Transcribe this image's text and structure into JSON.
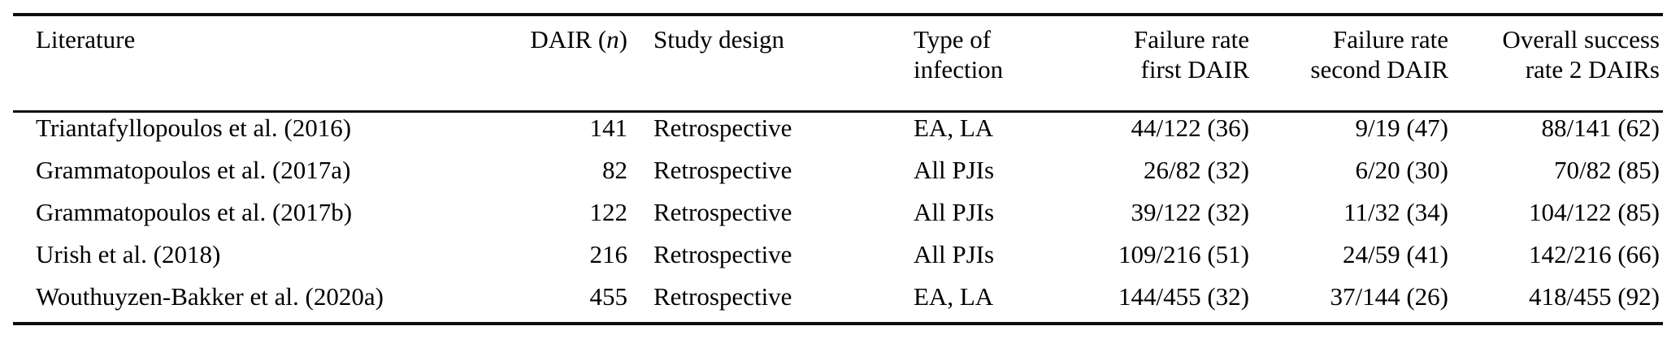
{
  "table": {
    "caption": "",
    "columns": [
      {
        "id": "literature",
        "header_line1": "Literature",
        "header_line2": "",
        "align": "left"
      },
      {
        "id": "dair_n",
        "header_line1": "DAIR (",
        "header_line2": "",
        "align": "right",
        "header_italic": "n",
        "header_suffix": ")"
      },
      {
        "id": "study_design",
        "header_line1": "Study design",
        "header_line2": "",
        "align": "left"
      },
      {
        "id": "type_of_infection",
        "header_line1": "Type of",
        "header_line2": "infection",
        "align": "left"
      },
      {
        "id": "failure_first",
        "header_line1": "Failure rate",
        "header_line2": "first DAIR",
        "align": "right"
      },
      {
        "id": "failure_second",
        "header_line1": "Failure rate",
        "header_line2": "second DAIR",
        "align": "right"
      },
      {
        "id": "overall_success",
        "header_line1": "Overall success",
        "header_line2": "rate 2 DAIRs",
        "align": "right"
      }
    ],
    "rows": [
      {
        "literature": "Triantafyllopoulos et al. (2016)",
        "dair_n": "141",
        "study_design": "Retrospective",
        "type_of_infection": "EA, LA",
        "failure_first": "44/122 (36)",
        "failure_second": "9/19 (47)",
        "overall_success": "88/141 (62)"
      },
      {
        "literature": "Grammatopoulos et al. (2017a)",
        "dair_n": "82",
        "study_design": "Retrospective",
        "type_of_infection": "All PJIs",
        "failure_first": "26/82 (32)",
        "failure_second": "6/20 (30)",
        "overall_success": "70/82 (85)"
      },
      {
        "literature": "Grammatopoulos et al. (2017b)",
        "dair_n": "122",
        "study_design": "Retrospective",
        "type_of_infection": "All PJIs",
        "failure_first": "39/122 (32)",
        "failure_second": "11/32 (34)",
        "overall_success": "104/122 (85)"
      },
      {
        "literature": "Urish et al. (2018)",
        "dair_n": "216",
        "study_design": "Retrospective",
        "type_of_infection": "All PJIs",
        "failure_first": "109/216 (51)",
        "failure_second": "24/59 (41)",
        "overall_success": "142/216 (66)"
      },
      {
        "literature": "Wouthuyzen-Bakker et al. (2020a)",
        "dair_n": "455",
        "study_design": "Retrospective",
        "type_of_infection": "EA, LA",
        "failure_first": "144/455 (32)",
        "failure_second": "37/144 (26)",
        "overall_success": "418/455 (92)"
      }
    ]
  },
  "colors": {
    "text": "#000000",
    "rule": "#0d0d0d",
    "background": "#ffffff"
  }
}
